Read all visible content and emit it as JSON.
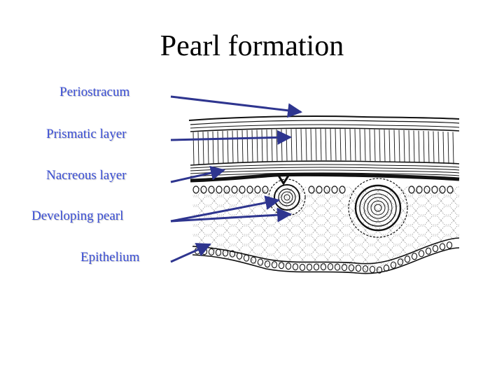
{
  "title": "Pearl formation",
  "colors": {
    "label": "#3b4fd6",
    "arrow": "#2e358f",
    "ink": "#111111"
  },
  "labels": {
    "periostracum": "Periostracum",
    "prismatic_layer": "Prismatic layer",
    "nacreous_layer": "Nacreous layer",
    "developing_pearl": "Developing pearl",
    "epithelium": "Epithelium"
  }
}
